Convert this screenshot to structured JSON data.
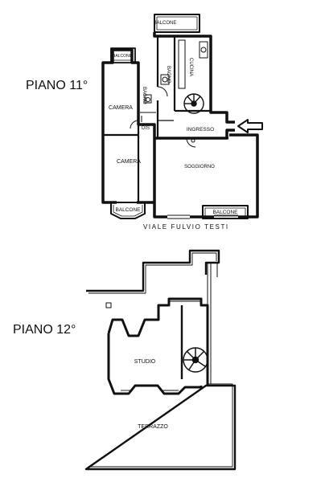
{
  "floors": {
    "upper_label": "PIANO 11°",
    "lower_label": "PIANO 12°"
  },
  "street_label": "VIALE FULVIO TESTI",
  "rooms_11": {
    "balcone_top": "BALCONE",
    "balcone_left": "BALCONE",
    "bagno_1": "BAGNO",
    "bagno_2": "BAGNO",
    "cucina": "CUCINA",
    "camera_1": "CAMERA",
    "camera_2": "CAMERA",
    "dis": "DIS",
    "ingresso": "INGRESSO",
    "soggiorno": "SOGGIORNO",
    "balcone_bottom_left": "BALCONE",
    "balcone_bottom_right": "BALCONE"
  },
  "rooms_12": {
    "studio": "STUDIO",
    "terrazzo": "TERRAZZO"
  },
  "colors": {
    "ink": "#111111",
    "background": "#ffffff"
  },
  "icons": {
    "entrance": "entrance-arrow-icon",
    "stairs": "spiral-staircase-icon"
  }
}
